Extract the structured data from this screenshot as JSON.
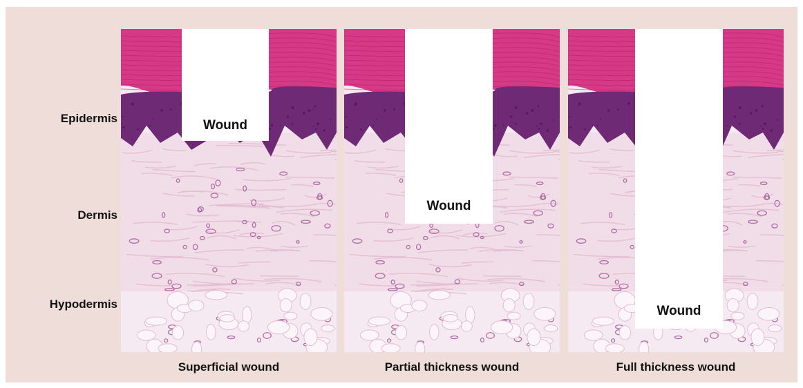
{
  "layer_labels": {
    "epidermis": "Epidermis",
    "dermis": "Dermis",
    "hypodermis": "Hypodermis"
  },
  "panels": [
    {
      "caption": "Superficial wound",
      "wound_label": "Wound"
    },
    {
      "caption": "Partial thickness wound",
      "wound_label": "Wound"
    },
    {
      "caption": "Full thickness wound",
      "wound_label": "Wound"
    }
  ],
  "colors": {
    "background": "#eeddd9",
    "stratum_corneum": "#d63a86",
    "stratum_corneum_dark": "#b8186a",
    "epidermis_base": "#6f2a76",
    "dermis": "#f1dde8",
    "dermis_fiber": "#e3bcd3",
    "hypodermis": "#f6eaf2",
    "cell": "#9b4a8c",
    "wound": "#ffffff"
  }
}
